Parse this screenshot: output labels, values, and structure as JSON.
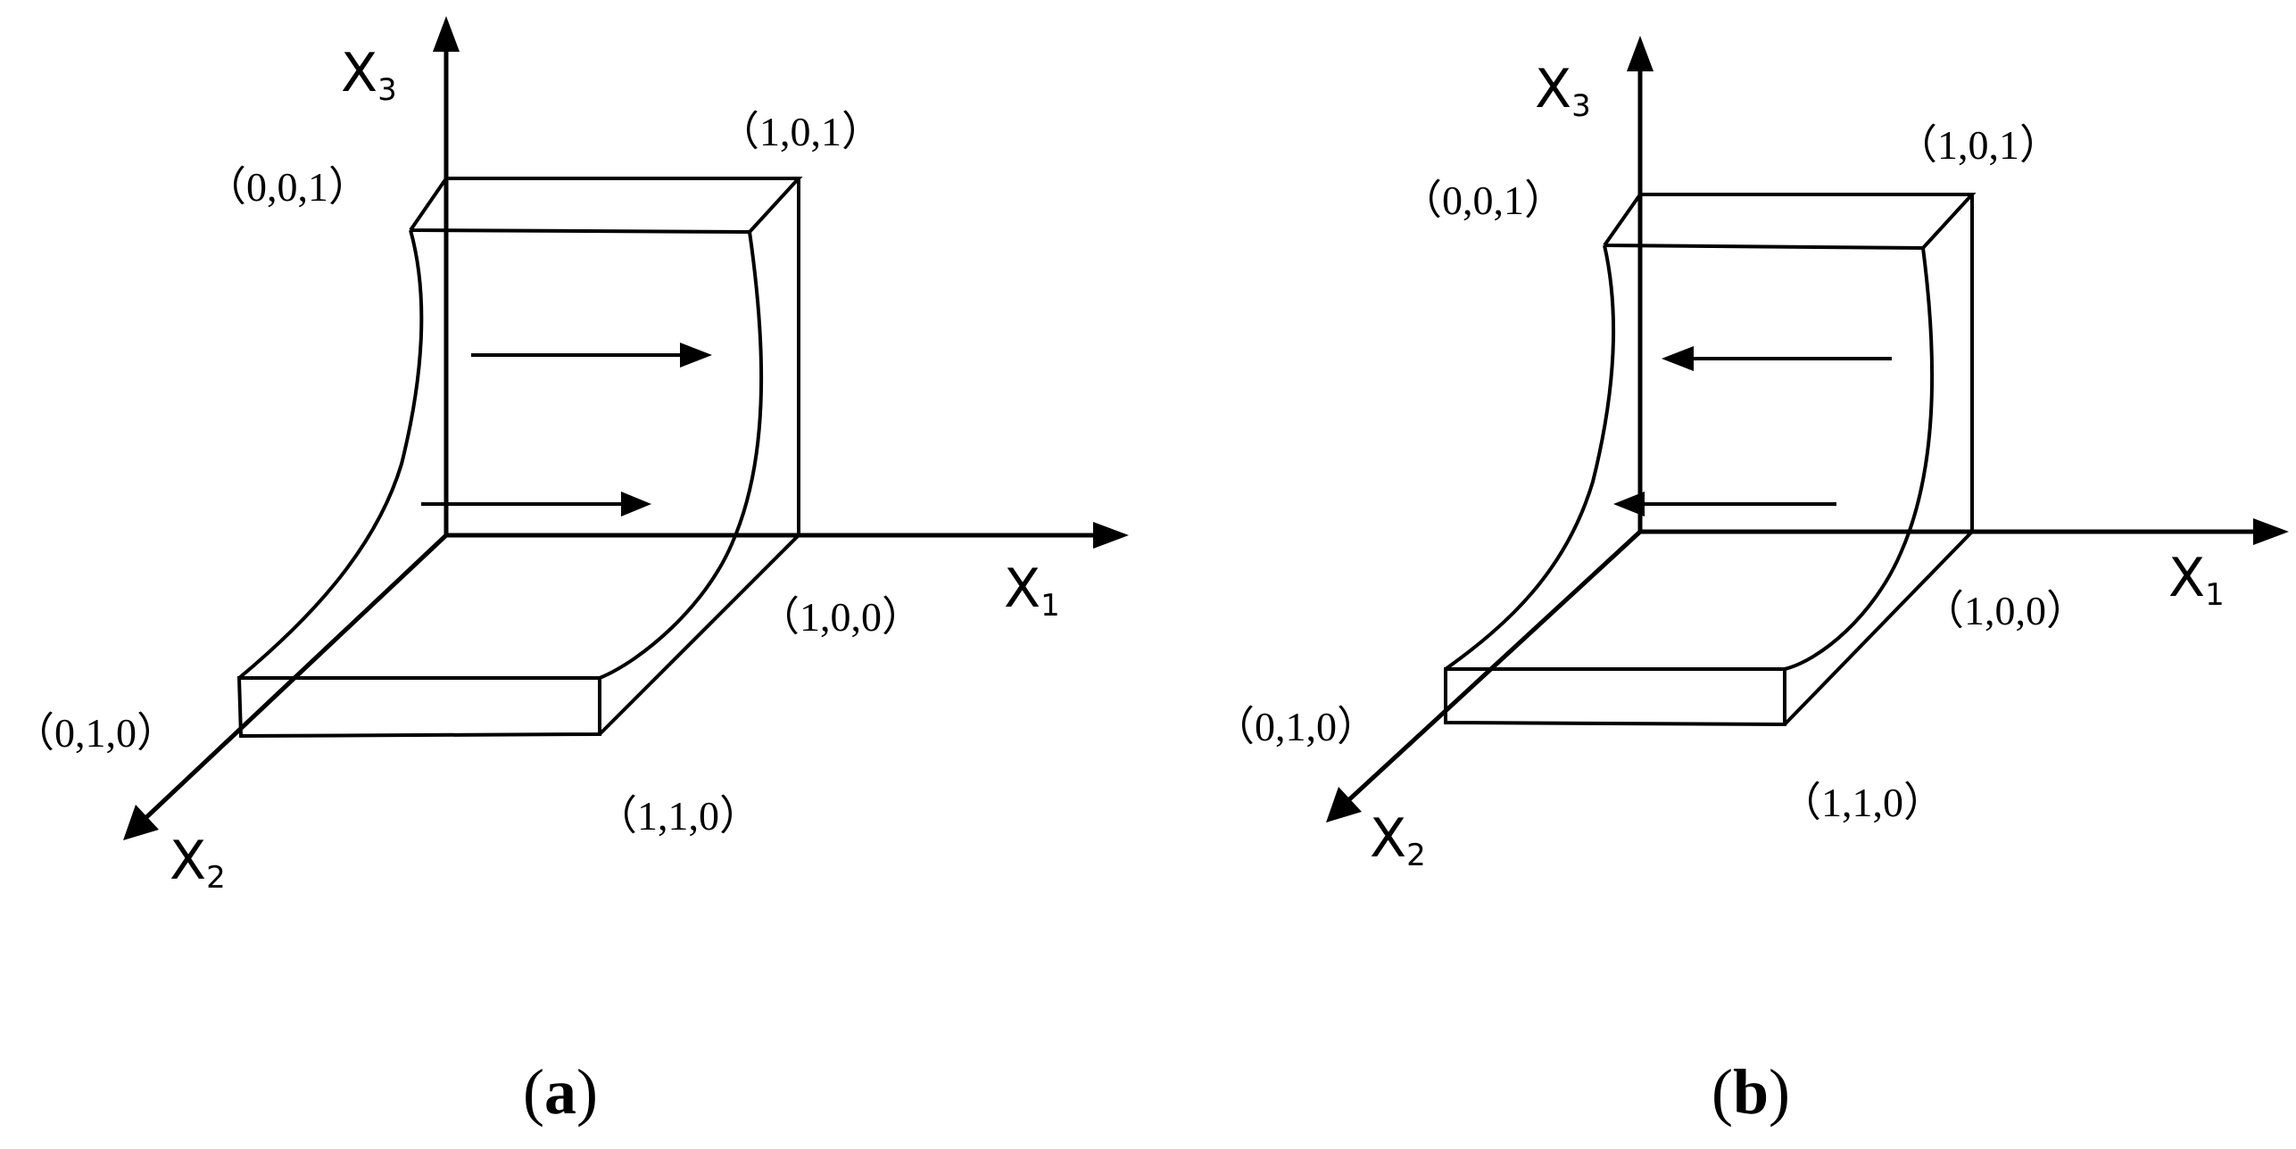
{
  "panels": [
    {
      "caption": {
        "open": "(",
        "letter": "a",
        "close": ")"
      },
      "arrow_direction": "right",
      "axes": {
        "x1": {
          "base": "X",
          "sub": "1"
        },
        "x2": {
          "base": "X",
          "sub": "2"
        },
        "x3": {
          "base": "X",
          "sub": "3"
        }
      },
      "vertices": {
        "v001": "（0,0,1）",
        "v101": "（1,0,1）",
        "v100": "（1,0,0）",
        "v010": "（0,1,0）",
        "v110": "（1,1,0）"
      }
    },
    {
      "caption": {
        "open": "(",
        "letter": "b",
        "close": ")"
      },
      "arrow_direction": "left",
      "axes": {
        "x1": {
          "base": "X",
          "sub": "1"
        },
        "x2": {
          "base": "X",
          "sub": "2"
        },
        "x3": {
          "base": "X",
          "sub": "3"
        }
      },
      "vertices": {
        "v001": "（0,0,1）",
        "v101": "（1,0,1）",
        "v100": "（1,0,0）",
        "v010": "（0,1,0）",
        "v110": "（1,1,0）"
      }
    }
  ]
}
